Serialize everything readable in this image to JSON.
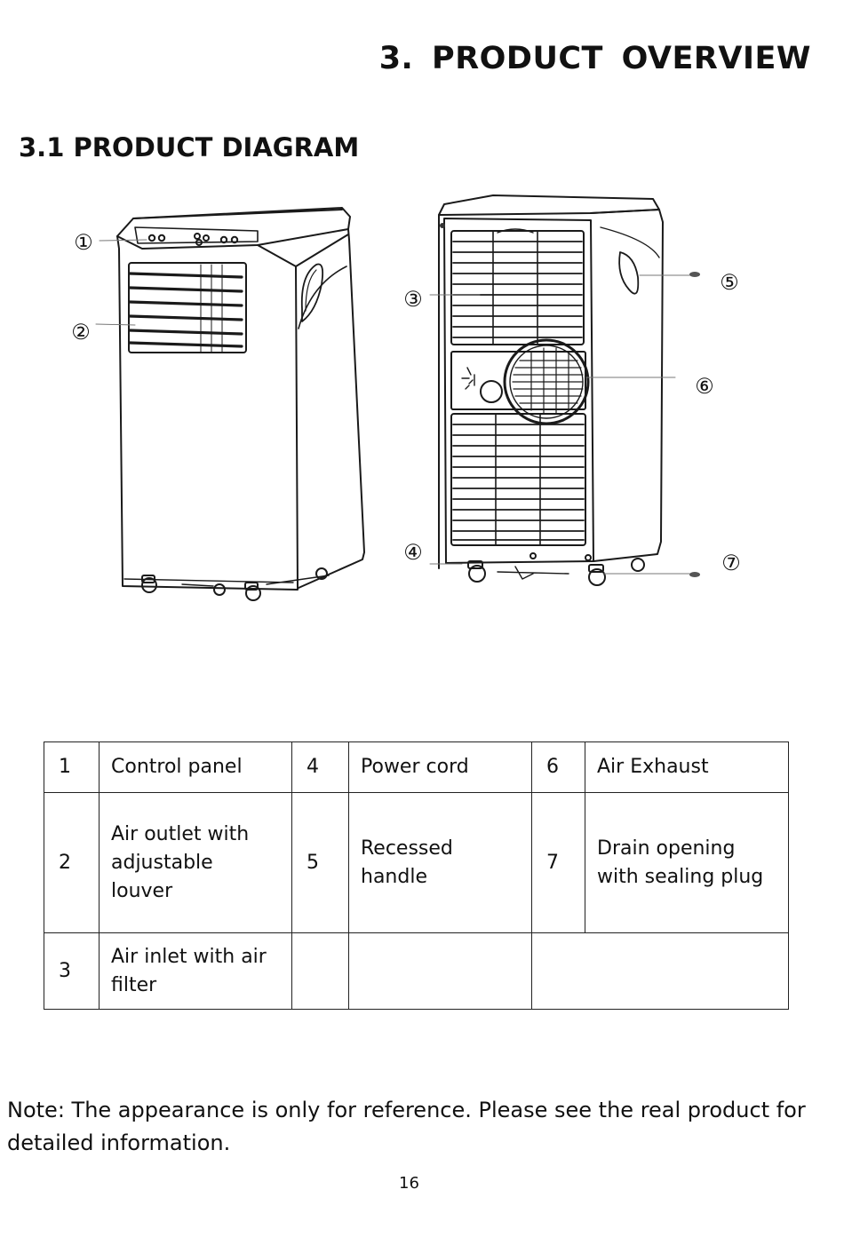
{
  "header": {
    "title": "3.  PRODUCT  OVERVIEW",
    "subtitle": "3.1 PRODUCT DIAGRAM"
  },
  "diagram": {
    "callouts": [
      "①",
      "②",
      "③",
      "④",
      "⑤",
      "⑥",
      "⑦"
    ]
  },
  "parts_table": {
    "rows": [
      [
        {
          "num": "1",
          "label": "Control panel"
        },
        {
          "num": "4",
          "label": "Power cord"
        },
        {
          "num": "6",
          "label": "Air Exhaust"
        }
      ],
      [
        {
          "num": "2",
          "label_lines": [
            "Air outlet with",
            "adjustable",
            "louver"
          ]
        },
        {
          "num": "5",
          "label_lines": [
            "Recessed",
            "handle"
          ]
        },
        {
          "num": "7",
          "label_lines": [
            "Drain opening",
            "with sealing plug"
          ]
        }
      ],
      [
        {
          "num": "3",
          "label_lines": [
            "Air inlet with air",
            "filter"
          ]
        }
      ]
    ]
  },
  "note": "Note: The appearance is only for reference. Please see the real product for detailed information.",
  "page_number": "16"
}
